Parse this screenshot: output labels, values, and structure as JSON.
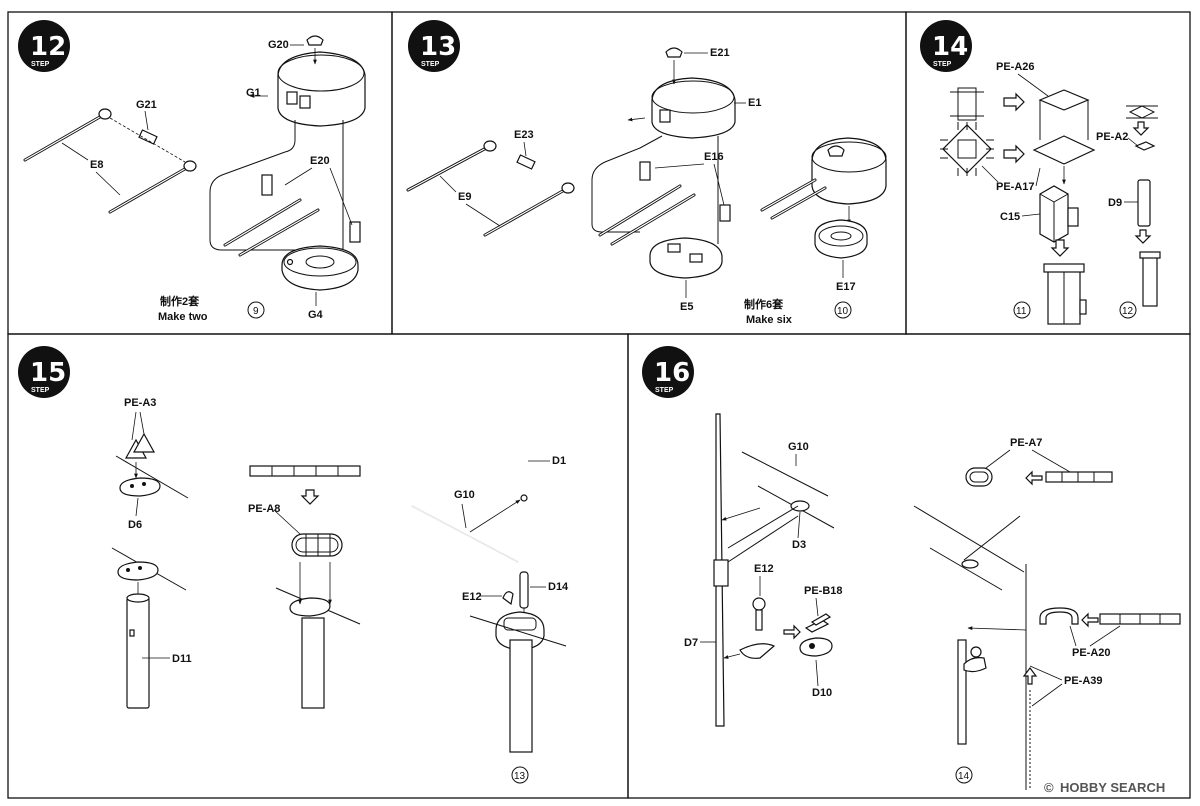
{
  "steps": [
    {
      "number": "12",
      "step_word": "STEP",
      "labels": [
        "G20",
        "G1",
        "G21",
        "E8",
        "E20",
        "G4"
      ],
      "caption_cn": "制作2套",
      "caption_en": "Make two",
      "sub_number": "9"
    },
    {
      "number": "13",
      "step_word": "STEP",
      "labels": [
        "E21",
        "E1",
        "E23",
        "E9",
        "E16",
        "E5",
        "E17"
      ],
      "caption_cn": "制作6套",
      "caption_en": "Make six",
      "sub_number": "10"
    },
    {
      "number": "14",
      "step_word": "STEP",
      "labels": [
        "PE-A26",
        "PE-A17",
        "C15",
        "PE-A2",
        "D9"
      ],
      "sub_numbers": [
        "11",
        "12"
      ]
    },
    {
      "number": "15",
      "step_word": "STEP",
      "labels": [
        "PE-A3",
        "D6",
        "D11",
        "PE-A8",
        "G10",
        "D1",
        "E12",
        "D14"
      ],
      "sub_number": "13"
    },
    {
      "number": "16",
      "step_word": "STEP",
      "labels": [
        "G10",
        "D3",
        "E12",
        "PE-B18",
        "D7",
        "D10",
        "PE-A7",
        "PE-A20",
        "PE-A39"
      ],
      "sub_number": "14"
    }
  ],
  "watermark": {
    "text": "HOBBY SEARCH",
    "copyright": "©"
  },
  "colors": {
    "line": "#111111",
    "background": "#ffffff",
    "watermark": "#555555"
  }
}
